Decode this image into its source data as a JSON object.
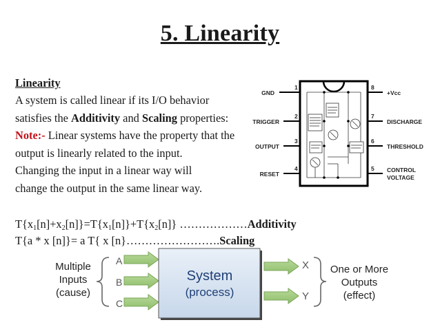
{
  "title": "5. Linearity",
  "heading": "Linearity",
  "body": {
    "line1": "A system is called linear if its I/O behavior",
    "line2_pre": "satisfies the ",
    "line2_b1": "Additivity",
    "line2_mid": " and ",
    "line2_b2": "Scaling",
    "line2_post": " properties:",
    "note_label": "Note:-",
    "note_text": " Linear systems have the property that the",
    "line4": "output is linearly related to the input.",
    "line5": "Changing the input in a linear way will",
    "line6": "change the output in the same linear way."
  },
  "equations": {
    "additivity": {
      "p1": "T{x",
      "s1": "1",
      "p2": "[n]+x",
      "s2": "2",
      "p3": "[n]}=T{x",
      "s3": "1",
      "p4": "[n]}+T{x",
      "s4": "2",
      "p5": "[n]}  ………………",
      "bold": "Additivity"
    },
    "scaling": {
      "text": "T{a * x [n]}= a T{ x [n}…………………….",
      "bold": "Scaling"
    }
  },
  "ic_pins": {
    "p1_num": "1",
    "p1_name": "GND",
    "p2_num": "2",
    "p2_name": "TRIGGER",
    "p3_num": "3",
    "p3_name": "OUTPUT",
    "p4_num": "4",
    "p4_name": "RESET",
    "p5_num": "5",
    "p5_name1": "CONTROL",
    "p5_name2": "VOLTAGE",
    "p6_num": "6",
    "p6_name": "THRESHOLD",
    "p7_num": "7",
    "p7_name": "DISCHARGE",
    "p8_num": "8",
    "p8_name": "+Vcc"
  },
  "diagram": {
    "input_label": [
      "Multiple",
      "Inputs",
      "(cause)"
    ],
    "inputs": [
      "A",
      "B",
      "C"
    ],
    "system_title": "System",
    "system_sub": "(process)",
    "outputs": [
      "X",
      "Y"
    ],
    "output_label": [
      "One or More",
      "Outputs",
      "(effect)"
    ]
  }
}
